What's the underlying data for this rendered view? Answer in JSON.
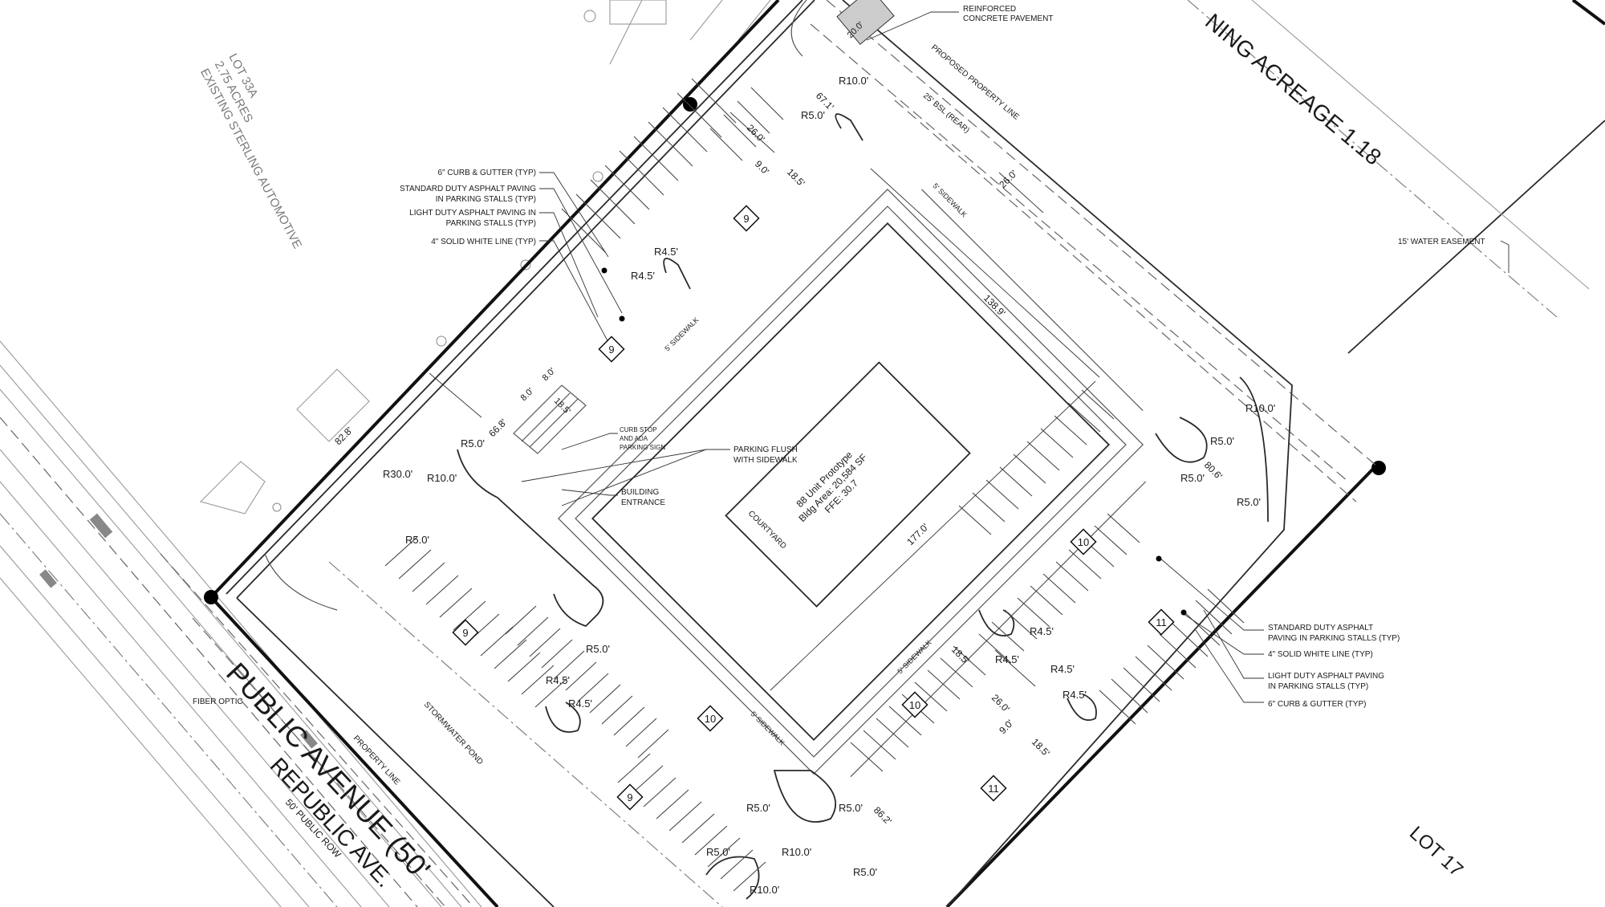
{
  "site": {
    "lot_33a": [
      "LOT 33A",
      "2.75 ACRES",
      "EXISTING STERLING AUTOMOTIVE"
    ],
    "acreage_label": "NING ACREAGE 1.18",
    "lot_17": "LOT 17",
    "water_easement": "15' WATER EASEMENT",
    "fiber_optic": "FIBER OPTIC"
  },
  "road": {
    "name": "PUBLIC AVENUE (50'",
    "alt_name": "REPUBLIC AVE.",
    "row": "50' PUBLIC ROW",
    "property_line": "PROPERTY LINE"
  },
  "building": {
    "lines": [
      "88 Unit  Prototype",
      "Bldg Area: 20,584 SF",
      "FFE: 30.7"
    ],
    "courtyard": "COURTYARD",
    "length_dim": "177.0'",
    "width_dim": "138.9'"
  },
  "notes_left": [
    "6\" CURB & GUTTER (TYP)",
    "STANDARD DUTY ASPHALT PAVING",
    "IN PARKING STALLS (TYP)",
    "LIGHT DUTY ASPHALT PAVING IN",
    "PARKING STALLS (TYP)",
    "4\" SOLID WHITE LINE (TYP)"
  ],
  "notes_right": [
    "STANDARD DUTY ASPHALT",
    "PAVING IN PARKING STALLS (TYP)",
    "4\" SOLID WHITE LINE (TYP)",
    "LIGHT DUTY ASPHALT PAVING",
    "IN PARKING STALLS (TYP)",
    "6\" CURB & GUTTER (TYP)"
  ],
  "notes_top": [
    "REINFORCED",
    "CONCRETE PAVEMENT"
  ],
  "notes_center": {
    "curb_stop": [
      "CURB STOP",
      "AND ADA",
      "PARKING SIGN"
    ],
    "parking_flush": [
      "PARKING FLUSH",
      "WITH SIDEWALK"
    ],
    "building_entrance": [
      "BUILDING",
      "ENTRANCE"
    ]
  },
  "features": {
    "stormwater_pond": "STORMWATER POND",
    "sidewalk": "5' SIDEWALK",
    "proposed_property_line": "PROPOSED PROPERTY LINE",
    "bsl_rear": "25' BSL (REAR)"
  },
  "dimensions": {
    "d20": "20.0'",
    "d67": "67.1'",
    "d26a": "26.0'",
    "d9a": "9.0'",
    "d185a": "18.5'",
    "d26b": "26.0'",
    "d828": "82.8'",
    "d668": "66.8'",
    "d80a": "8.0'",
    "d80b": "8.0'",
    "d185b": "18.5'",
    "d806": "80.6'",
    "d185c": "18.5'",
    "d26c": "26.0'",
    "d9b": "9.0'",
    "d185d": "18.5'",
    "d862": "86.2'"
  },
  "radii": {
    "r1": "R10.0'",
    "r2": "R5.0'",
    "r3": "R4.5'",
    "r4": "R4.5'",
    "r5": "R5.0'",
    "r6": "R30.0'",
    "r7": "R10.0'",
    "r8": "R5.0'",
    "r9": "R5.0'",
    "r10": "R4.5'",
    "r11": "R4.5'",
    "r12": "R5.0'",
    "r13": "R5.0'",
    "r14": "R5.0'",
    "r15": "R10.0'",
    "r16": "R5.0'",
    "r17": "R10.0'",
    "r18": "R10.0'",
    "r19": "R5.0'",
    "r20": "R5.0'",
    "r21": "R5.0'",
    "r22": "R4.5'",
    "r23": "R4.5'",
    "r24": "R4.5'",
    "r25": "R4.5'"
  },
  "stall_counts": [
    "9",
    "9",
    "9",
    "10",
    "9",
    "10",
    "10",
    "11",
    "11"
  ]
}
